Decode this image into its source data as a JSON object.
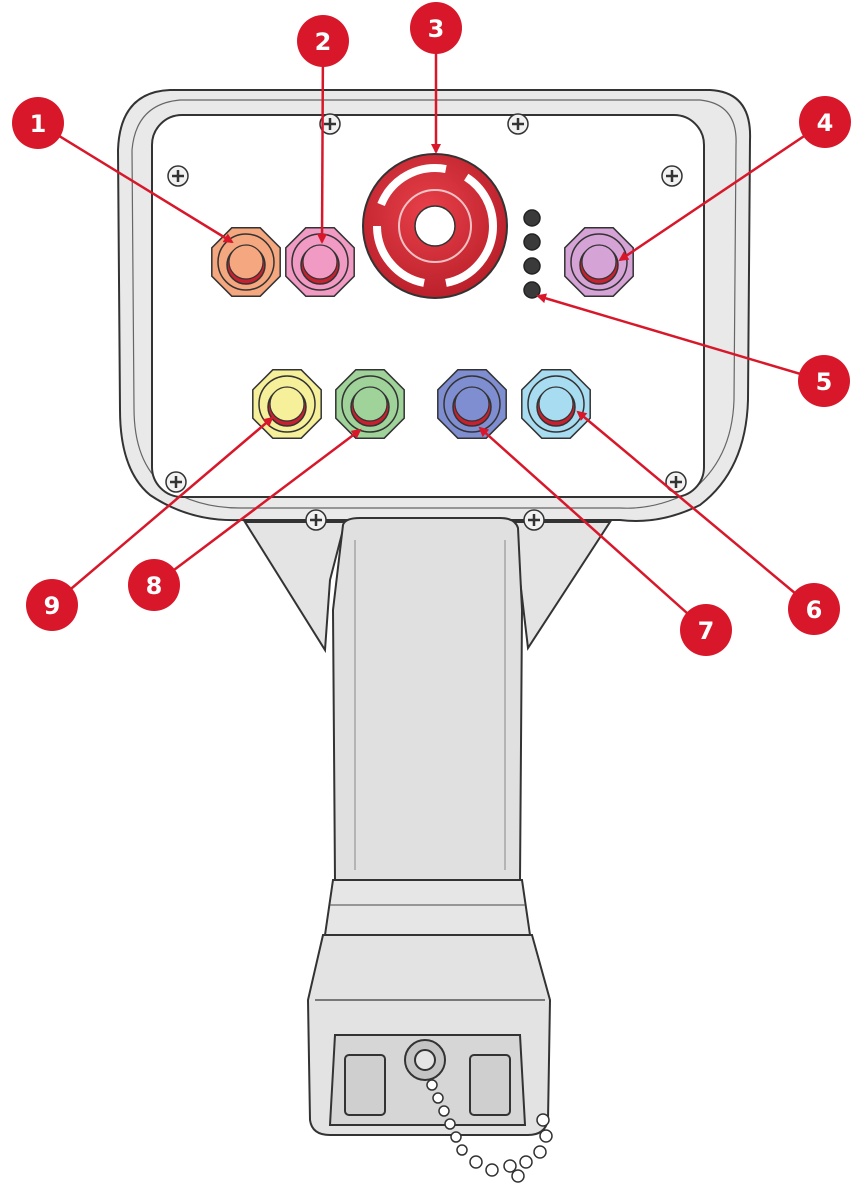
{
  "figure": {
    "subject": "pendant-controller",
    "colors": {
      "outline": "#333333",
      "housing_fill": "#e8e8e8",
      "panel_fill": "#ffffff",
      "callout_red": "#d8182a",
      "estop_red": "#d42a35"
    }
  },
  "callouts": [
    {
      "number": "1",
      "part": "button-orange",
      "color": "#f5a77f"
    },
    {
      "number": "2",
      "part": "button-pink",
      "color": "#f19ac3"
    },
    {
      "number": "3",
      "part": "emergency-stop",
      "color": "#d42a35"
    },
    {
      "number": "4",
      "part": "button-purple",
      "color": "#d5a3d6"
    },
    {
      "number": "5",
      "part": "indicator-led",
      "color": "#333333"
    },
    {
      "number": "6",
      "part": "button-light-blue",
      "color": "#a8dcf1"
    },
    {
      "number": "7",
      "part": "button-blue",
      "color": "#7f8ed1"
    },
    {
      "number": "8",
      "part": "button-green",
      "color": "#9fd39a"
    },
    {
      "number": "9",
      "part": "button-yellow",
      "color": "#f6f09b"
    }
  ]
}
